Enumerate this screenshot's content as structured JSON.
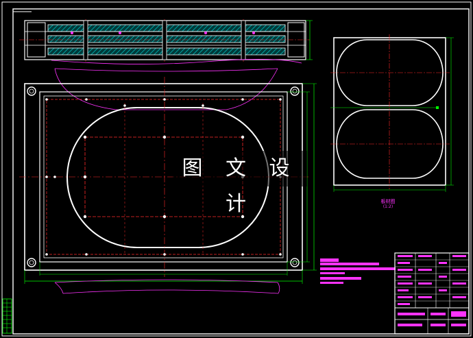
{
  "watermark": {
    "text": "图 文 设 计"
  },
  "detail_view": {
    "title": "板材图",
    "scale": "(1:2)"
  },
  "colors": {
    "background": "#000000",
    "outline": "#ffffff",
    "centerline": "#ff2a2a",
    "dimension": "#00ff00",
    "annotation": "#ff33ff",
    "hatch": "#00cccc",
    "hidden": "#6060ff"
  }
}
